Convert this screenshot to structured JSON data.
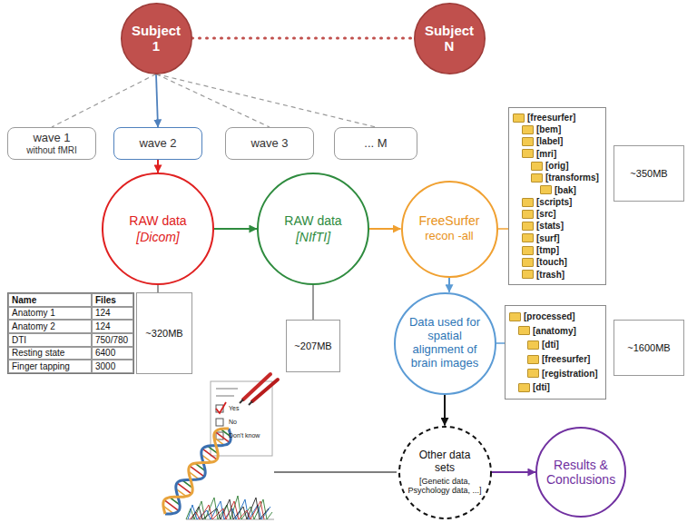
{
  "diagram": {
    "nodes": [
      {
        "text": [
          "Subject 1"
        ]
      },
      {
        "text": [
          "Subject N"
        ]
      },
      {
        "text": [
          "wave 1",
          "without fMRI"
        ]
      },
      {
        "text": [
          "wave 2"
        ]
      },
      {
        "text": [
          "wave 3"
        ]
      },
      {
        "text": [
          "... M"
        ]
      },
      {
        "text": [
          "RAW data",
          "[Dicom]"
        ]
      },
      {
        "text": [
          "RAW data",
          "[NIfTI]"
        ]
      },
      {
        "text": [
          "FreeSurfer",
          "recon -all"
        ]
      },
      {
        "text": [
          "[freesurfer]",
          "[bem]",
          "[label]",
          "[mri]",
          "[orig]",
          "[transforms]",
          "[bak]",
          "[scripts]",
          "[src]",
          "[stats]",
          "[surf]",
          "[tmp]",
          "[touch]",
          "[trash]"
        ]
      },
      {
        "text": [
          "~350MB"
        ]
      },
      {
        "text": [
          "Name",
          "Files",
          "Anatomy 1",
          "124",
          "Anatomy 2",
          "124",
          "DTI",
          "750/780",
          "Resting state",
          "6400",
          "Finger tapping",
          "3000"
        ]
      },
      {
        "text": [
          "~320MB"
        ]
      },
      {
        "text": [
          "~207MB"
        ]
      },
      {
        "text": [
          "Data used for spatial alignment of brain images"
        ]
      },
      {
        "text": [
          "[processed]",
          "[anatomy]",
          "[dti]",
          "[freesurfer]",
          "[registration]",
          "[dti]"
        ]
      },
      {
        "text": [
          "~1600MB"
        ]
      },
      {
        "text": [
          "Other data sets",
          "[Genetic data, Psychology data, ...]"
        ]
      },
      {
        "text": [
          "Results & Conclusions"
        ]
      }
    ],
    "edges": [
      {
        "from": 0,
        "to": 1,
        "arrow": "none"
      },
      {
        "from": 0,
        "to": 2,
        "arrow": "none"
      },
      {
        "from": 0,
        "to": 3,
        "arrow": "to"
      },
      {
        "from": 0,
        "to": 4,
        "arrow": "none"
      },
      {
        "from": 0,
        "to": 5,
        "arrow": "none"
      },
      {
        "from": 3,
        "to": 6,
        "arrow": "to"
      },
      {
        "from": 6,
        "to": 7,
        "arrow": "to"
      },
      {
        "from": 7,
        "to": 8,
        "arrow": "to"
      },
      {
        "from": 8,
        "to": 9,
        "arrow": "none"
      },
      {
        "from": 8,
        "to": 14,
        "arrow": "to"
      },
      {
        "from": 6,
        "to": 12,
        "arrow": "none"
      },
      {
        "from": 7,
        "to": 13,
        "arrow": "none"
      },
      {
        "from": 14,
        "to": 15,
        "arrow": "none"
      },
      {
        "from": 14,
        "to": 17,
        "arrow": "to"
      },
      {
        "from": 17,
        "to": 18,
        "arrow": "to"
      }
    ],
    "labels": [
      "Yes",
      "No",
      "Don't know"
    ]
  }
}
